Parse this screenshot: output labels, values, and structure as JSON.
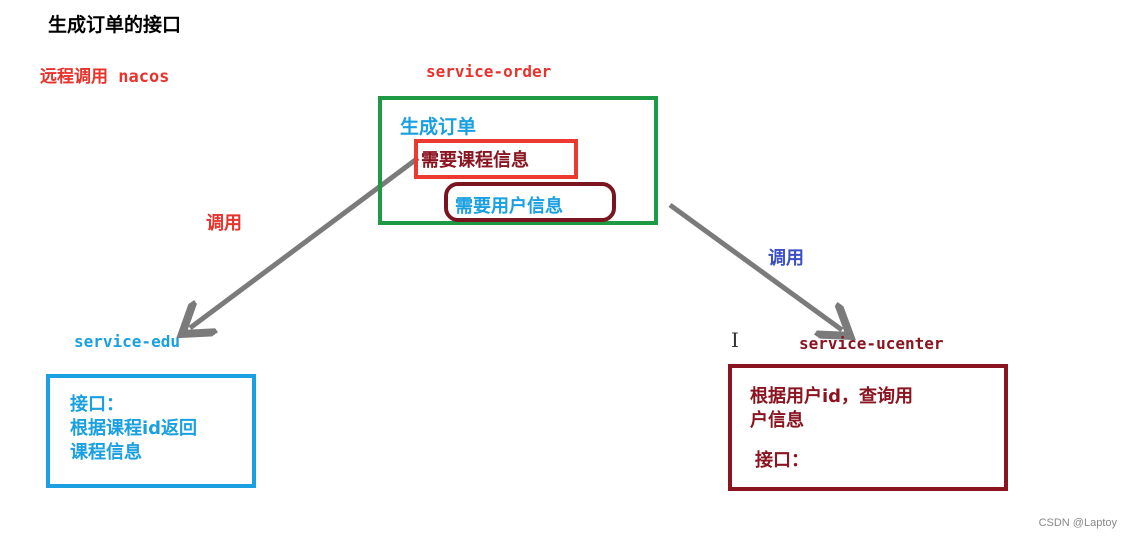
{
  "title": "生成订单的接口",
  "remote_call_label": "远程调用 nacos",
  "order_service": {
    "name": "service-order",
    "heading": "生成订单",
    "need_course": "需要课程信息",
    "need_user": "需要用户信息"
  },
  "call_left": "调用",
  "call_right": "调用",
  "edu_service": {
    "name": "service-edu",
    "line1": "接口：",
    "line2": "根据课程id返回",
    "line3": "课程信息"
  },
  "ucenter_service": {
    "name": "service-ucenter",
    "line1": "根据用户id，查询用",
    "line2": "户信息",
    "line3": "接口："
  },
  "cursor_glyph": "I",
  "watermark": "CSDN @Laptoy",
  "colors": {
    "order_box": "#1f9a44",
    "course_box": "#ec3a30",
    "user_box": "#7a1520",
    "edu_box": "#1aa0e0",
    "ucenter_box": "#8a1420",
    "arrow": "#7b7b7b"
  }
}
